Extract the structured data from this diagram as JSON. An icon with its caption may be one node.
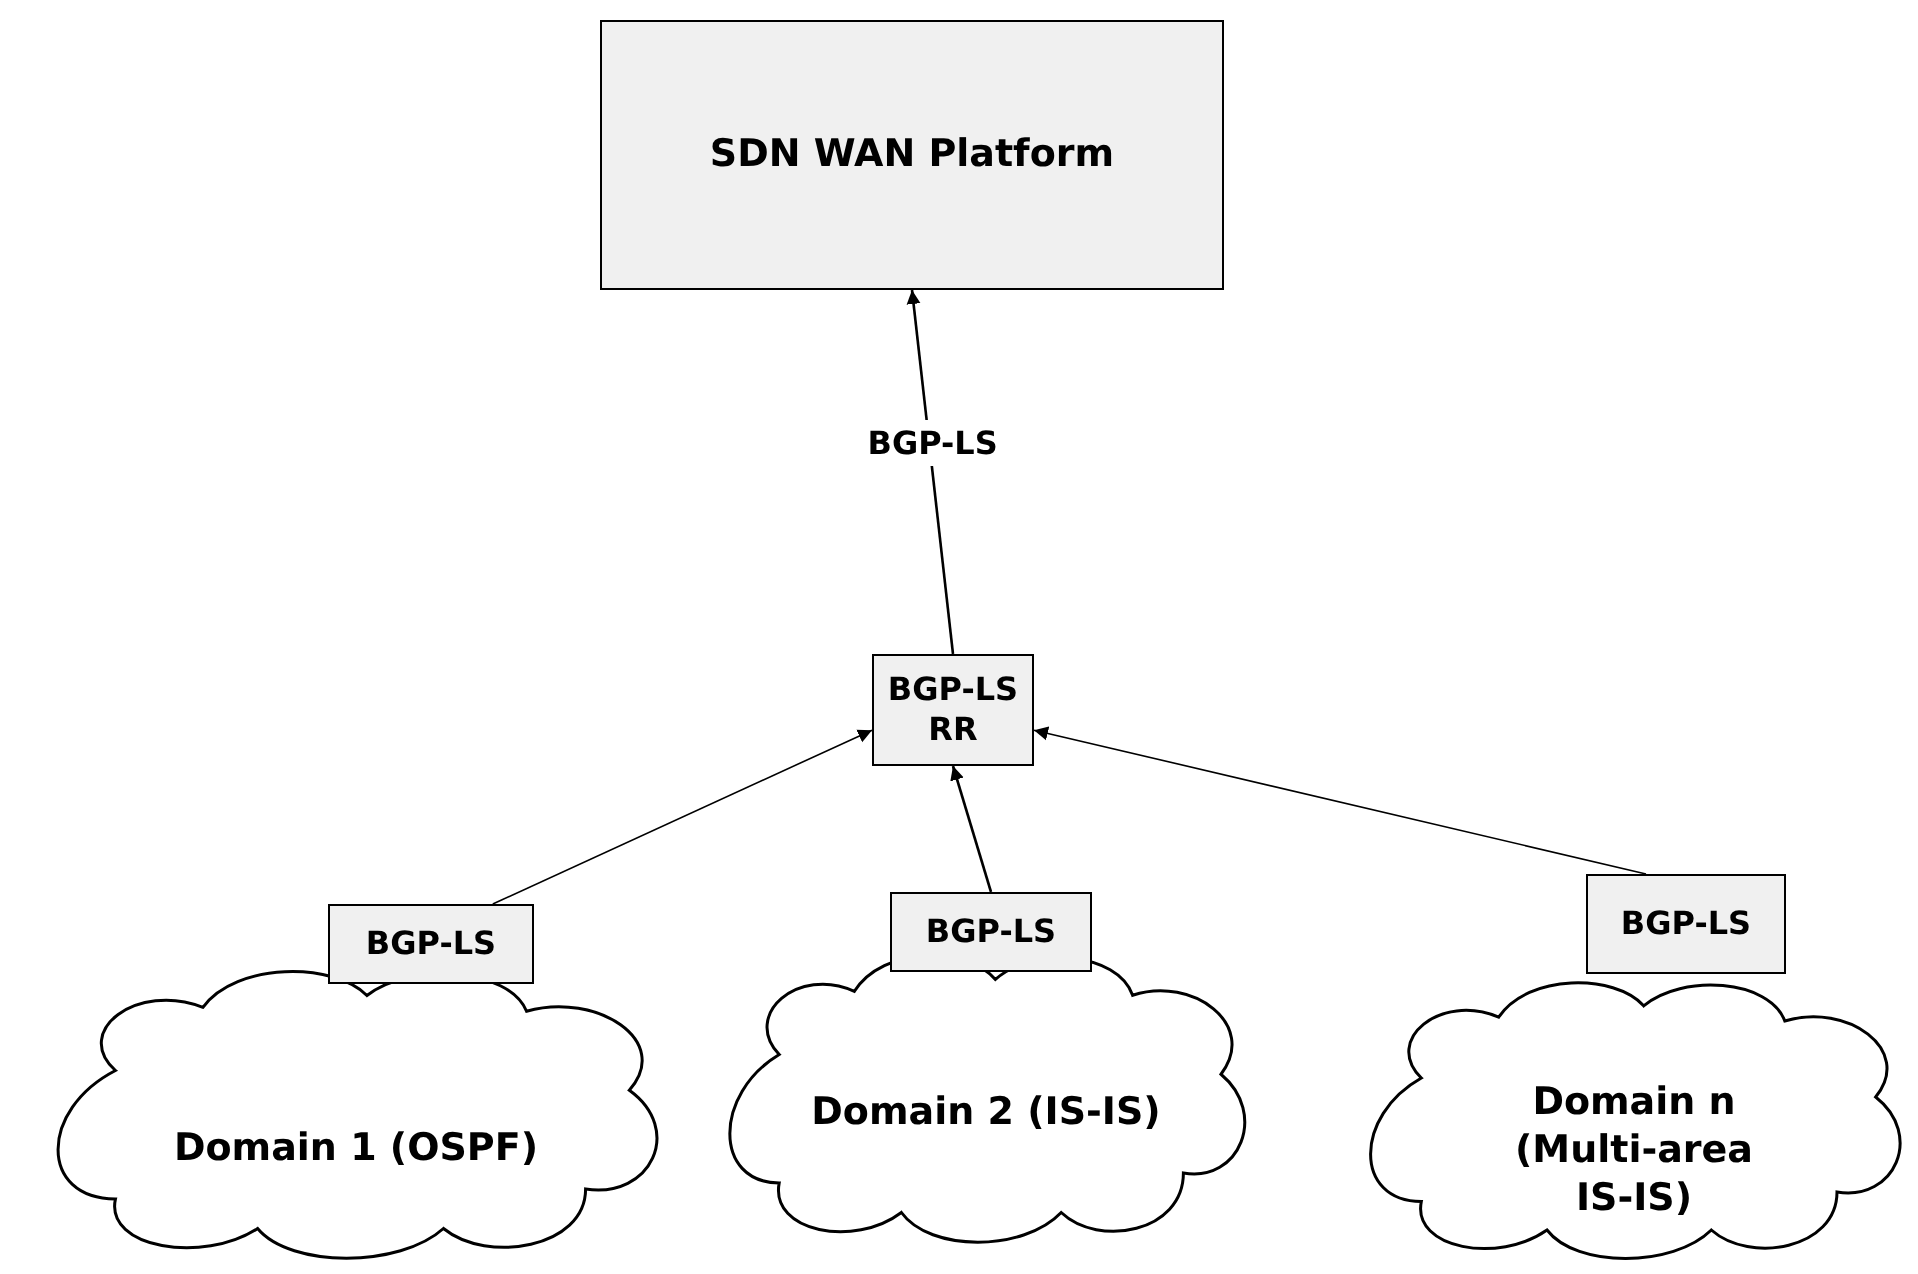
{
  "diagram": {
    "nodes": [
      {
        "text": [
          "SDN WAN Platform"
        ]
      },
      {
        "text": [
          "BGP-LS RR"
        ]
      },
      {
        "text": [
          "BGP-LS"
        ]
      },
      {
        "text": [
          "Domain 1 (OSPF)"
        ]
      },
      {
        "text": [
          "BGP-LS"
        ]
      },
      {
        "text": [
          "Domain 2 (IS-IS)"
        ]
      },
      {
        "text": [
          "BGP-LS"
        ]
      },
      {
        "text": [
          "Domain n (Multi-area IS-IS)"
        ]
      }
    ],
    "edges": [
      {
        "from": 1,
        "to": 0,
        "arrow": "to",
        "label": "BGP-LS"
      },
      {
        "from": 2,
        "to": 1,
        "arrow": "to"
      },
      {
        "from": 4,
        "to": 1,
        "arrow": "to"
      },
      {
        "from": 6,
        "to": 1,
        "arrow": "to"
      }
    ]
  }
}
